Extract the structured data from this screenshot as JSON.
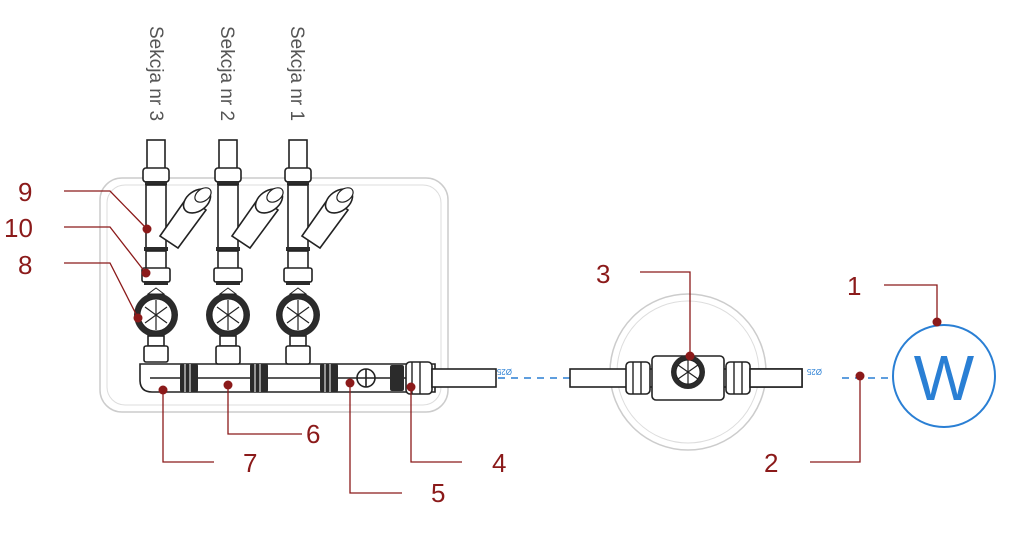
{
  "sections": [
    {
      "label": "Sekcja nr 3"
    },
    {
      "label": "Sekcja nr 2"
    },
    {
      "label": "Sekcja nr 1"
    }
  ],
  "pipe_diameter_label": "Ø25",
  "water_source_label": "W",
  "callouts": [
    {
      "number": "1"
    },
    {
      "number": "2"
    },
    {
      "number": "3"
    },
    {
      "number": "4"
    },
    {
      "number": "5"
    },
    {
      "number": "6"
    },
    {
      "number": "7"
    },
    {
      "number": "8"
    },
    {
      "number": "9"
    },
    {
      "number": "10"
    }
  ],
  "colors": {
    "callout": "#8b1a1a",
    "accent_blue": "#2a7fd4",
    "outline": "#222222",
    "box": "#cccccc"
  }
}
